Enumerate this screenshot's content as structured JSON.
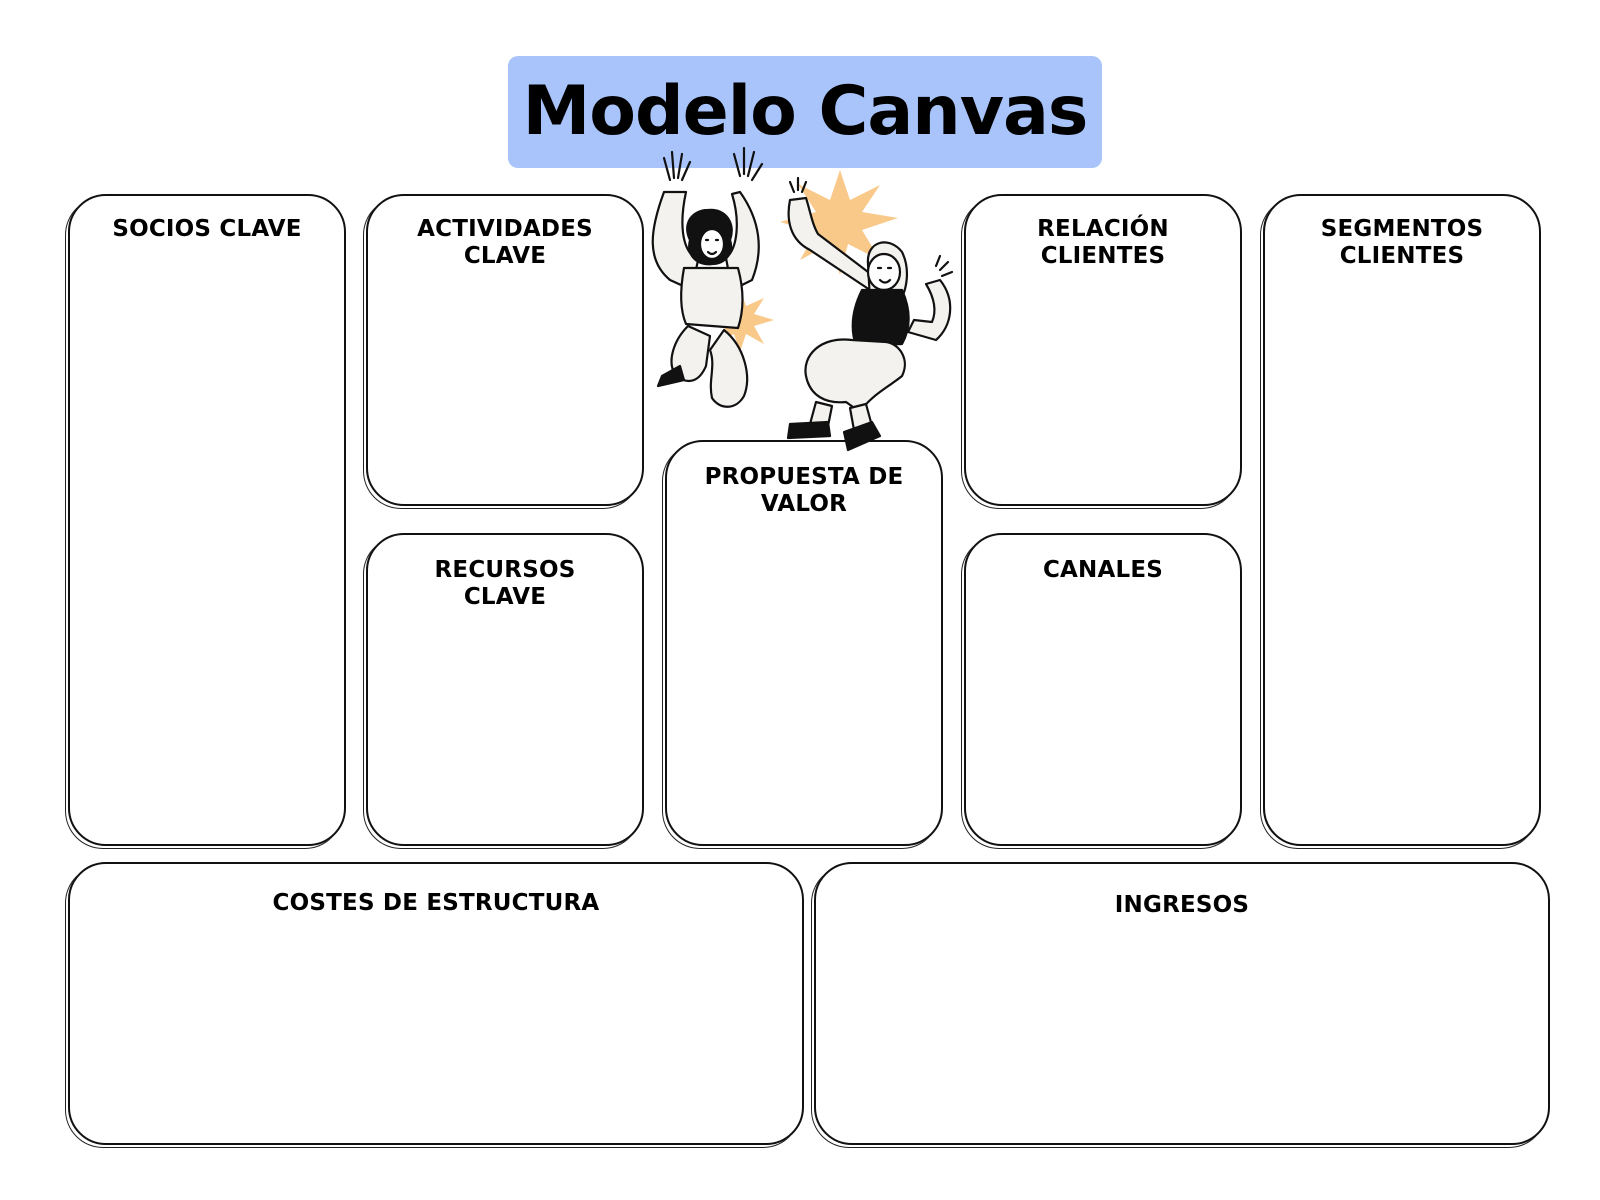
{
  "title": "Modelo Canvas",
  "colors": {
    "title_background": "#a9c4fb",
    "box_border": "#111111",
    "accent_burst": "#f9c98a"
  },
  "illustration": "two-people-jumping-celebration",
  "blocks": {
    "socios_clave": "SOCIOS CLAVE",
    "actividades_clave": "ACTIVIDADES\nCLAVE",
    "recursos_clave": "RECURSOS\nCLAVE",
    "propuesta_de_valor": "PROPUESTA DE\nVALOR",
    "relacion_clientes": "RELACIÓN\nCLIENTES",
    "canales": "CANALES",
    "segmentos_clientes": "SEGMENTOS\nCLIENTES",
    "costes_de_estructura": "COSTES DE ESTRUCTURA",
    "ingresos": "INGRESOS"
  }
}
